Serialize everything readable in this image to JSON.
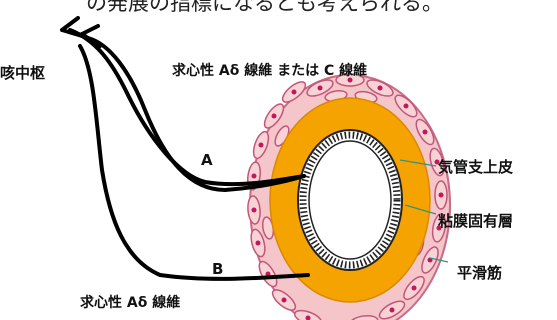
{
  "header_fragment": "の発展の指標になるとも考えられる。",
  "labels": {
    "cough_center": "咳中枢",
    "afferent_top": "求心性 Aδ 線維 または C 線維",
    "path_a": "A",
    "path_b": "B",
    "airway_epithelium": "気管支上皮",
    "lamina_propria": "粘膜固有層",
    "smooth_muscle": "平滑筋",
    "afferent_bottom": "求心性 Aδ 線維"
  },
  "colors": {
    "outer_wall": "#f4c6c9",
    "outer_cell": "#d85b80",
    "mucosa": "#f5a300",
    "lumen": "#ffffff",
    "nerve": "#000000"
  }
}
